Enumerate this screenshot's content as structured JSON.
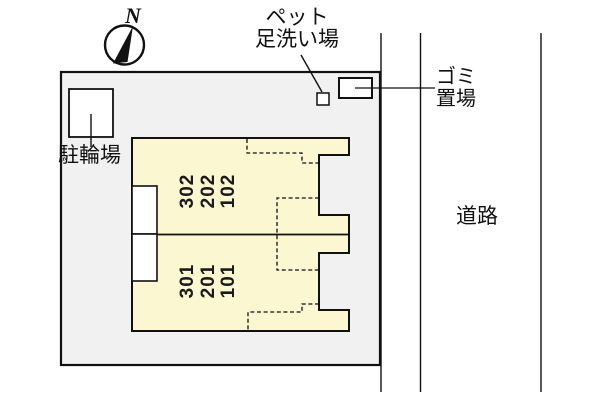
{
  "diagram_title": "apartment site plan",
  "compass": {
    "north_label": "N"
  },
  "labels": {
    "pet_wash": {
      "line1": "ペット",
      "line2": "足洗い場"
    },
    "garbage": {
      "line1": "ゴミ",
      "line2": "置場"
    },
    "bicycle_parking": "駐輪場",
    "road": "道路"
  },
  "building": {
    "upper_unit_rooms": [
      "302",
      "202",
      "102"
    ],
    "lower_unit_rooms": [
      "301",
      "201",
      "101"
    ]
  },
  "colors": {
    "building_fill": "#FBF7D1",
    "site_fill": "#F1F1F1",
    "line": "#111111",
    "white": "#FFFFFF"
  }
}
